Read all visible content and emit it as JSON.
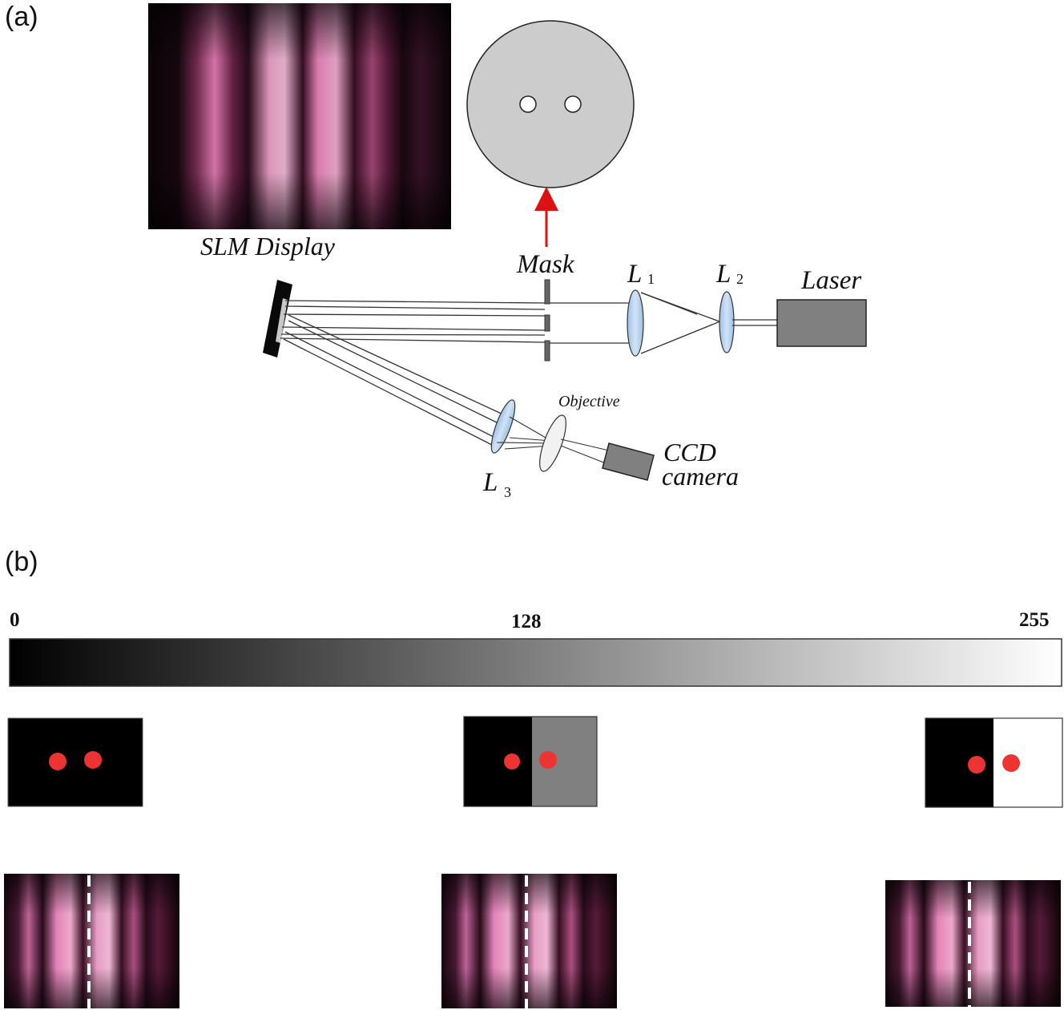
{
  "panel_a": {
    "label": "(a)",
    "slm_caption": "SLM Display",
    "mask_label": "Mask",
    "lens1": {
      "letter": "L",
      "sub": "1"
    },
    "lens2": {
      "letter": "L",
      "sub": "2"
    },
    "lens3": {
      "letter": "L",
      "sub": "3"
    },
    "laser_label": "Laser",
    "objective_label": "Objective",
    "ccd_line1": "CCD",
    "ccd_line2": "camera"
  },
  "panel_b": {
    "label": "(b)",
    "scale_min": "0",
    "scale_mid": "128",
    "scale_max": "255",
    "masks": [
      {
        "left_level": 0,
        "right_level": 0
      },
      {
        "left_level": 0,
        "right_level": 128
      },
      {
        "left_level": 0,
        "right_level": 255
      }
    ]
  },
  "colors": {
    "fringe": "#f07ab4",
    "lens_blue": "#b8d3ee",
    "mask_grey": "#cccccc",
    "box_grey": "#808080",
    "arrow_red": "#dd1111",
    "dot_red": "#ee3333"
  }
}
